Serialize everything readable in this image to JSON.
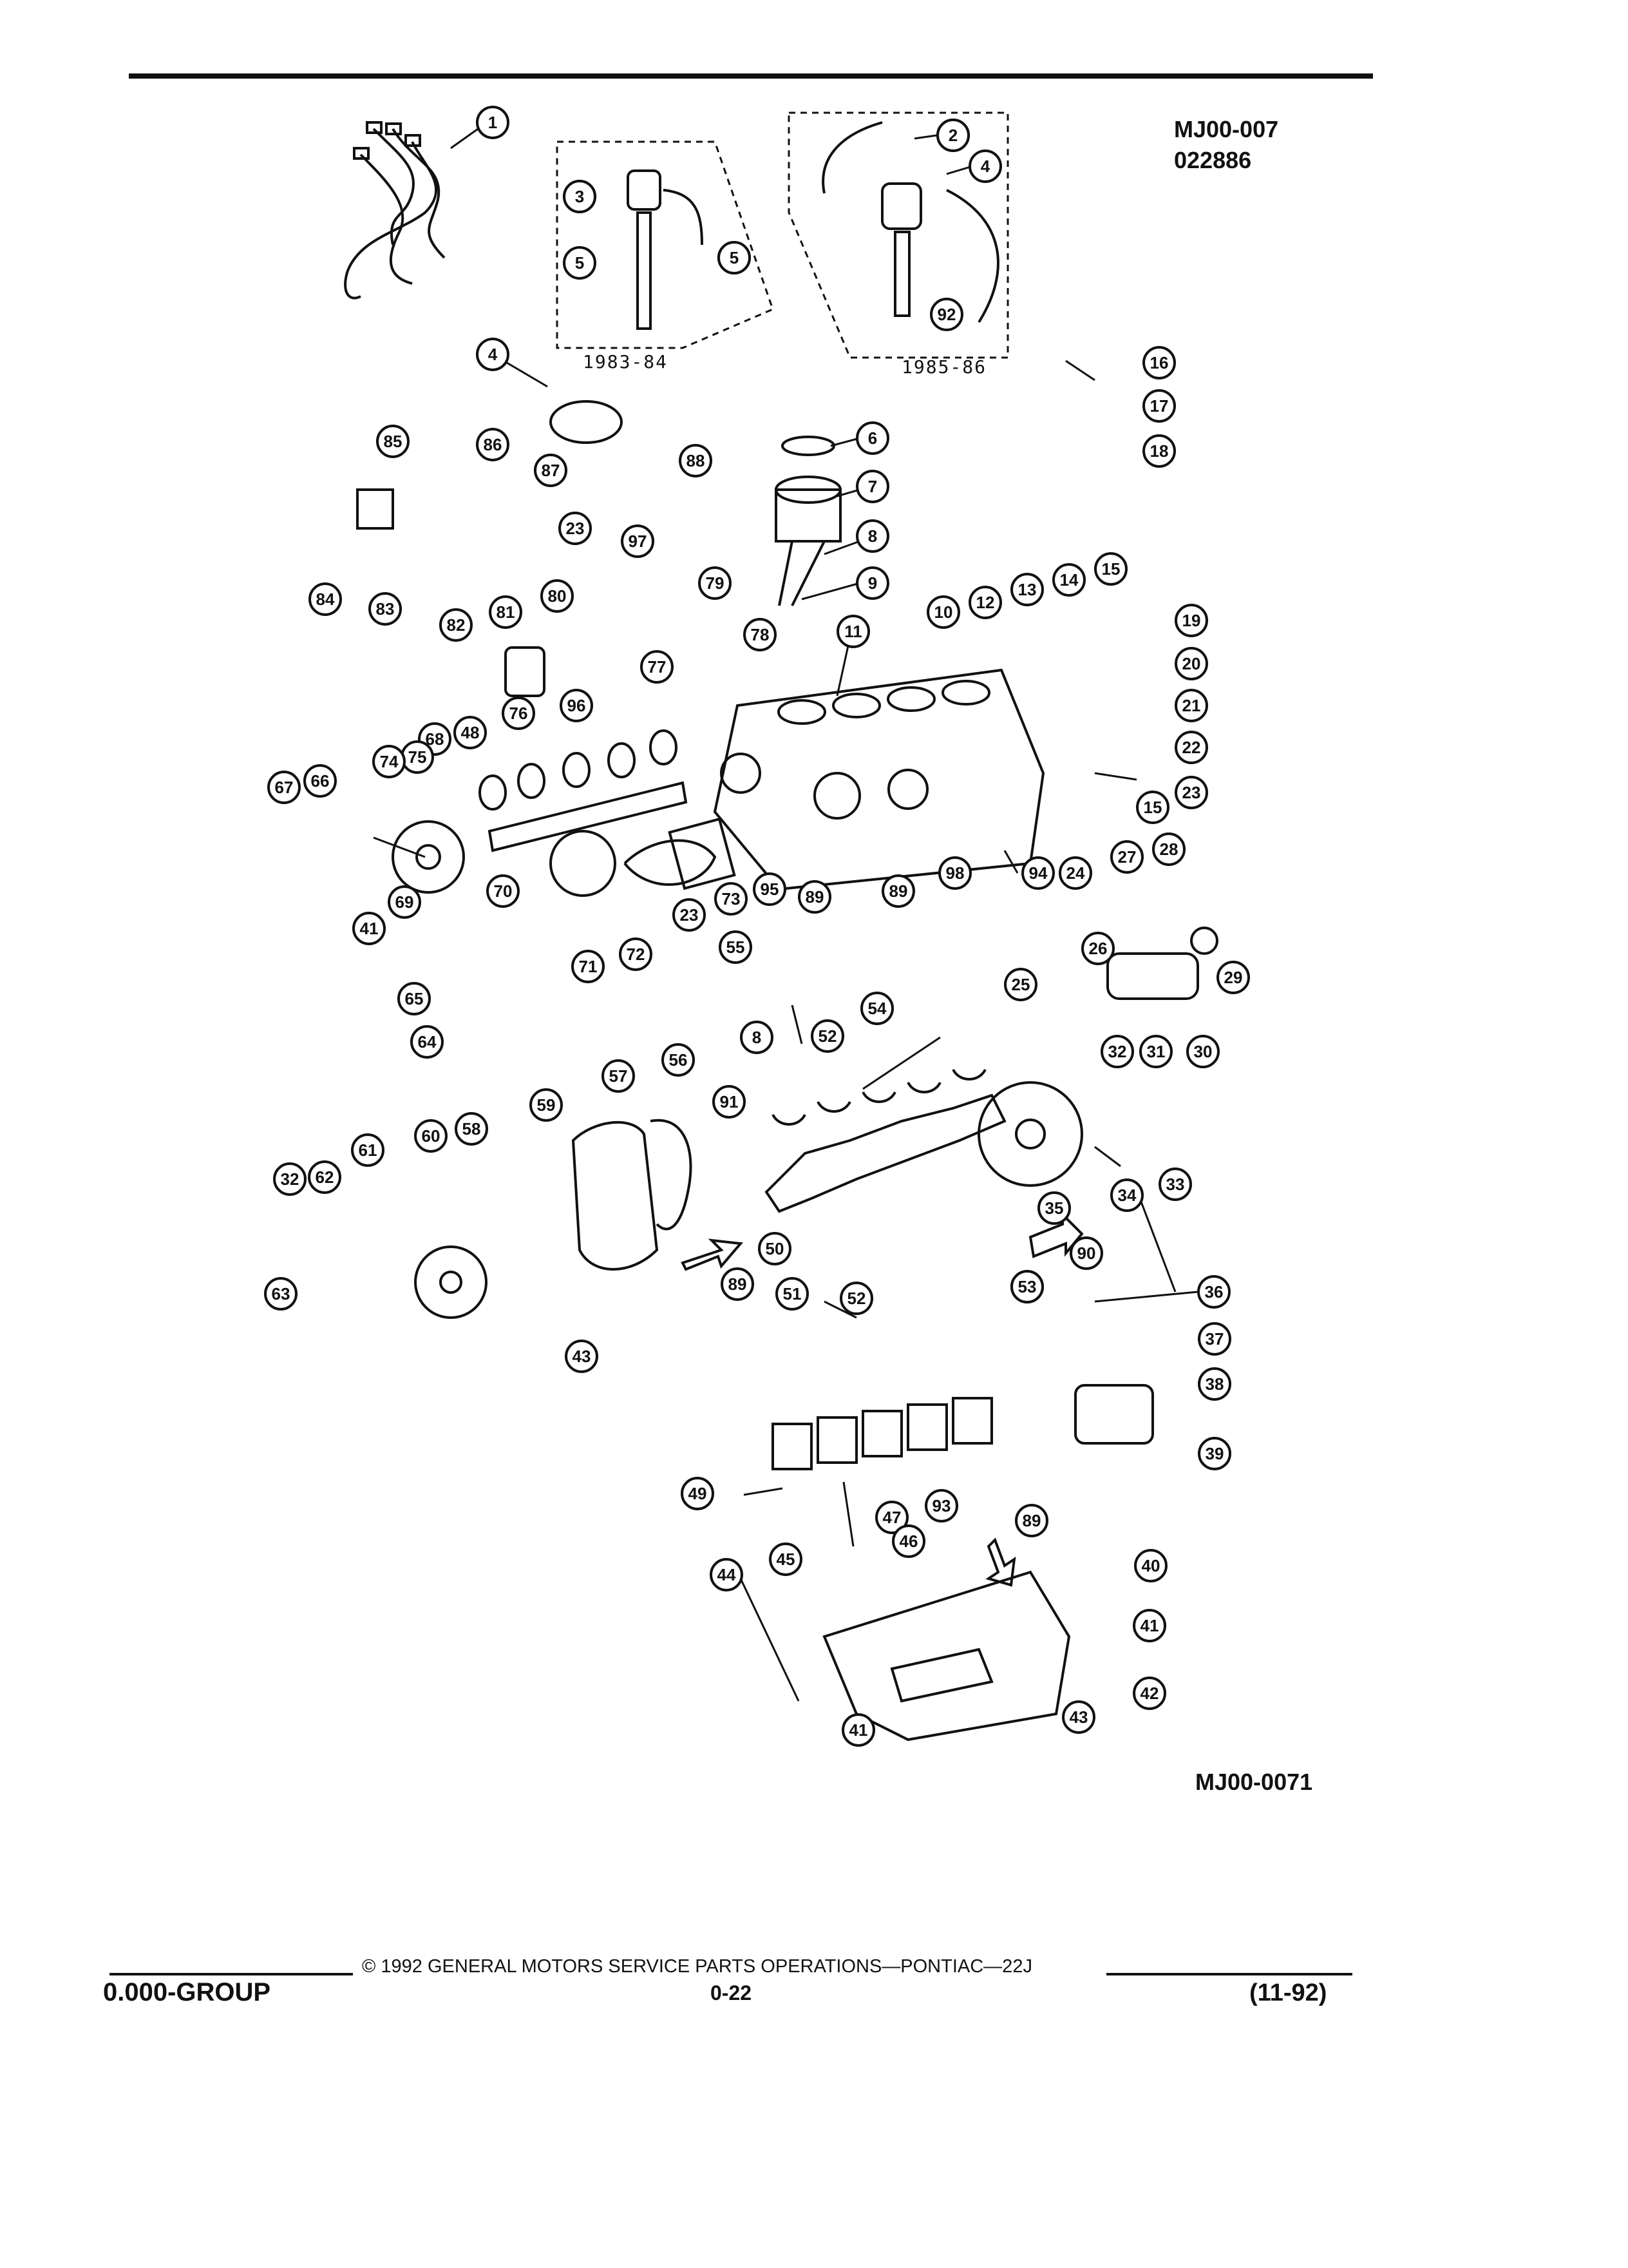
{
  "diagram": {
    "ref_top": [
      "MJ00-007",
      "022886"
    ],
    "ref_bottom": "MJ00-0071",
    "year_labels": {
      "left": "1983-84",
      "right": "1985-86"
    },
    "callouts": [
      {
        "n": "1"
      },
      {
        "n": "2"
      },
      {
        "n": "3"
      },
      {
        "n": "4"
      },
      {
        "n": "5"
      },
      {
        "n": "2"
      },
      {
        "n": "4"
      },
      {
        "n": "3"
      },
      {
        "n": "5"
      },
      {
        "n": "92"
      },
      {
        "n": "4"
      },
      {
        "n": "86"
      },
      {
        "n": "87"
      },
      {
        "n": "16"
      },
      {
        "n": "17"
      },
      {
        "n": "18"
      },
      {
        "n": "85"
      },
      {
        "n": "84"
      },
      {
        "n": "83"
      },
      {
        "n": "88"
      },
      {
        "n": "23"
      },
      {
        "n": "97"
      },
      {
        "n": "6"
      },
      {
        "n": "7"
      },
      {
        "n": "8"
      },
      {
        "n": "9"
      },
      {
        "n": "79"
      },
      {
        "n": "80"
      },
      {
        "n": "81"
      },
      {
        "n": "82"
      },
      {
        "n": "10"
      },
      {
        "n": "12"
      },
      {
        "n": "13"
      },
      {
        "n": "14"
      },
      {
        "n": "15"
      },
      {
        "n": "19"
      },
      {
        "n": "20"
      },
      {
        "n": "21"
      },
      {
        "n": "22"
      },
      {
        "n": "23"
      },
      {
        "n": "15"
      },
      {
        "n": "78"
      },
      {
        "n": "11"
      },
      {
        "n": "77"
      },
      {
        "n": "96"
      },
      {
        "n": "76"
      },
      {
        "n": "48"
      },
      {
        "n": "68"
      },
      {
        "n": "75"
      },
      {
        "n": "74"
      },
      {
        "n": "66"
      },
      {
        "n": "67"
      },
      {
        "n": "70"
      },
      {
        "n": "71"
      },
      {
        "n": "72"
      },
      {
        "n": "23"
      },
      {
        "n": "73"
      },
      {
        "n": "95"
      },
      {
        "n": "89"
      },
      {
        "n": "89"
      },
      {
        "n": "98"
      },
      {
        "n": "94"
      },
      {
        "n": "24"
      },
      {
        "n": "27"
      },
      {
        "n": "28"
      },
      {
        "n": "29"
      },
      {
        "n": "26"
      },
      {
        "n": "25"
      },
      {
        "n": "32"
      },
      {
        "n": "31"
      },
      {
        "n": "30"
      },
      {
        "n": "69"
      },
      {
        "n": "41"
      },
      {
        "n": "65"
      },
      {
        "n": "64"
      },
      {
        "n": "55"
      },
      {
        "n": "54"
      },
      {
        "n": "8"
      },
      {
        "n": "52"
      },
      {
        "n": "56"
      },
      {
        "n": "57"
      },
      {
        "n": "59"
      },
      {
        "n": "58"
      },
      {
        "n": "60"
      },
      {
        "n": "61"
      },
      {
        "n": "62"
      },
      {
        "n": "32"
      },
      {
        "n": "63"
      },
      {
        "n": "91"
      },
      {
        "n": "35"
      },
      {
        "n": "34"
      },
      {
        "n": "33"
      },
      {
        "n": "50"
      },
      {
        "n": "89"
      },
      {
        "n": "51"
      },
      {
        "n": "43"
      },
      {
        "n": "90"
      },
      {
        "n": "53"
      },
      {
        "n": "53"
      },
      {
        "n": "52"
      },
      {
        "n": "36"
      },
      {
        "n": "37"
      },
      {
        "n": "38"
      },
      {
        "n": "39"
      },
      {
        "n": "49"
      },
      {
        "n": "47"
      },
      {
        "n": "93"
      },
      {
        "n": "89"
      },
      {
        "n": "46"
      },
      {
        "n": "45"
      },
      {
        "n": "44"
      },
      {
        "n": "40"
      },
      {
        "n": "41"
      },
      {
        "n": "42"
      },
      {
        "n": "43"
      },
      {
        "n": "41"
      }
    ]
  },
  "footer": {
    "copyright": "© 1992 GENERAL MOTORS SERVICE PARTS OPERATIONS—PONTIAC—22J",
    "group": "0.000-GROUP",
    "page": "0-22",
    "date": "(11-92)"
  }
}
